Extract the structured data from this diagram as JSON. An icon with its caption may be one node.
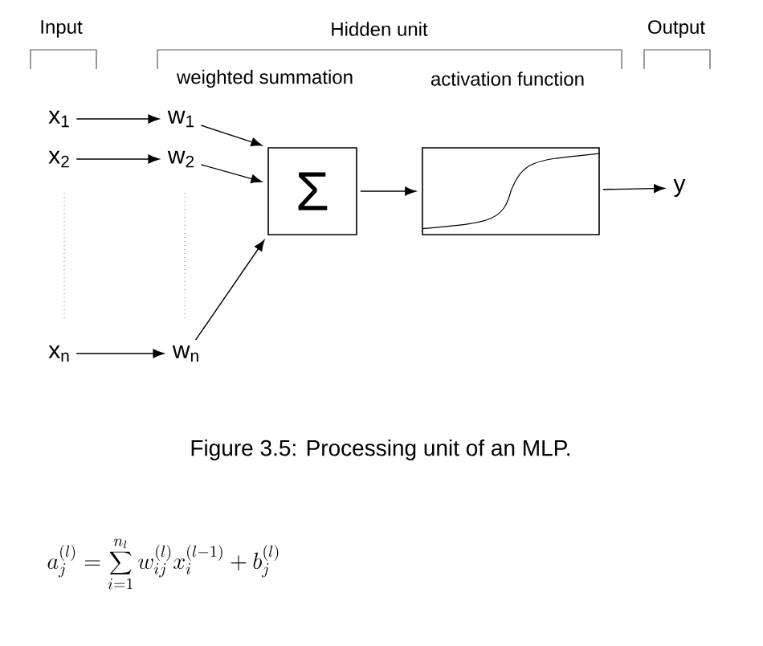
{
  "diagram": {
    "caption": "Figure 3.5: Processing unit of an MLP.",
    "nodes": [
      {
        "text": [
          "x$_{1}$"
        ]
      },
      {
        "text": [
          "x$_{2}$"
        ]
      },
      {
        "text": [
          "x$_{n}$"
        ]
      },
      {
        "text": [
          "w$_{1}$"
        ]
      },
      {
        "text": [
          "w$_{2}$"
        ]
      },
      {
        "text": [
          "w$_{n}$"
        ]
      },
      {
        "text": [
          "Σ"
        ]
      },
      {
        "text": [],
        "shape": "box"
      },
      {
        "text": [
          "y"
        ]
      }
    ],
    "edges": [
      {
        "from": 0,
        "to": 3,
        "arrow": "to"
      },
      {
        "from": 1,
        "to": 4,
        "arrow": "to"
      },
      {
        "from": 2,
        "to": 5,
        "arrow": "to"
      },
      {
        "from": 3,
        "to": 6,
        "arrow": "to"
      },
      {
        "from": 4,
        "to": 6,
        "arrow": "to"
      },
      {
        "from": 5,
        "to": 6,
        "arrow": "to"
      },
      {
        "from": 6,
        "to": 7,
        "arrow": "to"
      },
      {
        "from": 7,
        "to": 8,
        "arrow": "to"
      }
    ],
    "labels": [
      "Input",
      "Hidden unit",
      "Output",
      "weighted summation",
      "activation function",
      "a_j^{(l)} = \\sum_{i=1}^{n_l} w_{ij}^{(l)} x_i^{(l-1)} + b_j^{(l)}"
    ]
  }
}
